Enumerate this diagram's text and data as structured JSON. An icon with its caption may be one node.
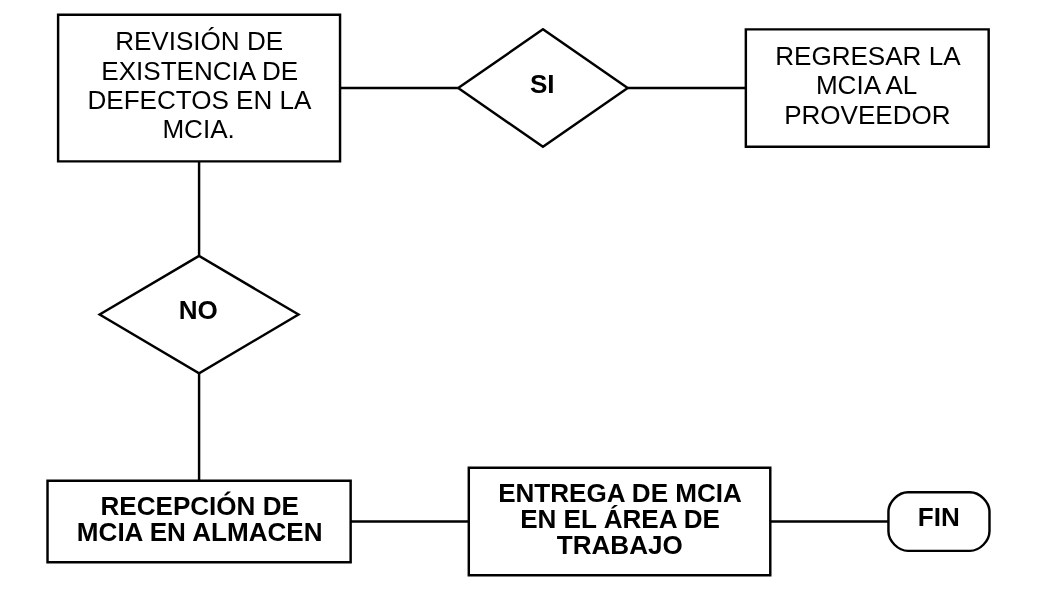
{
  "diagram": {
    "nodes": [
      {
        "text": [
          "REVISIÓN DE EXISTENCIA DE DEFECTOS EN LA MCIA."
        ]
      },
      {
        "text": [
          "SI"
        ]
      },
      {
        "text": [
          "REGRESAR LA MCIA AL PROVEEDOR"
        ]
      },
      {
        "text": [
          "NO"
        ]
      },
      {
        "text": [
          "RECEPCIÓN DE MCIA EN ALMACEN"
        ]
      },
      {
        "text": [
          "ENTREGA DE MCIA EN EL ÁREA DE TRABAJO"
        ]
      },
      {
        "text": [
          "FIN"
        ]
      }
    ],
    "edges": [
      {
        "from": 0,
        "to": 1,
        "arrow": "none"
      },
      {
        "from": 1,
        "to": 2,
        "arrow": "none"
      },
      {
        "from": 0,
        "to": 3,
        "arrow": "none"
      },
      {
        "from": 3,
        "to": 4,
        "arrow": "none"
      },
      {
        "from": 4,
        "to": 5,
        "arrow": "none"
      },
      {
        "from": 5,
        "to": 6,
        "arrow": "none"
      }
    ]
  }
}
